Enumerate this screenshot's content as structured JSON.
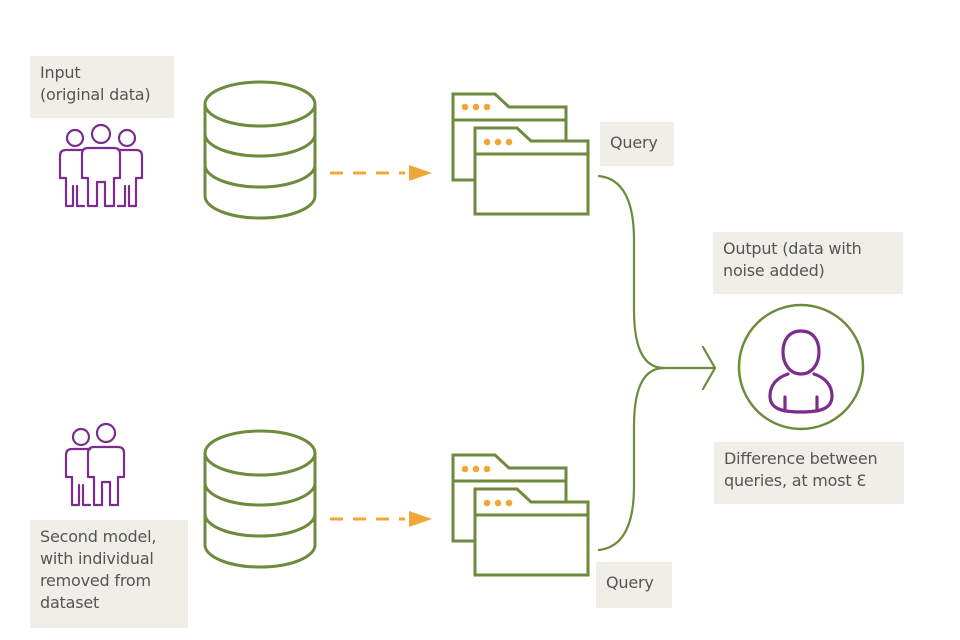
{
  "colors": {
    "green": "#6e8b3d",
    "purple": "#7b2d8e",
    "orange": "#f3a638",
    "label_bg": "#efeee9",
    "text": "#555555"
  },
  "labels": {
    "input": [
      "Input",
      "(original data)"
    ],
    "second_model": [
      "Second model,",
      "with individual",
      "removed from",
      "dataset"
    ],
    "query_top": [
      "Query"
    ],
    "query_bottom": [
      "Query"
    ],
    "output": [
      "Output (data with",
      "noise added)"
    ],
    "difference": [
      "Difference between",
      "queries, at most Ɛ"
    ]
  },
  "icons": {
    "top_people": "three-people-icon",
    "bottom_people": "two-people-icon",
    "database": "database-icon",
    "folder": "browser-windows-icon",
    "arrow": "dashed-arrow-icon",
    "output_person": "person-icon"
  }
}
